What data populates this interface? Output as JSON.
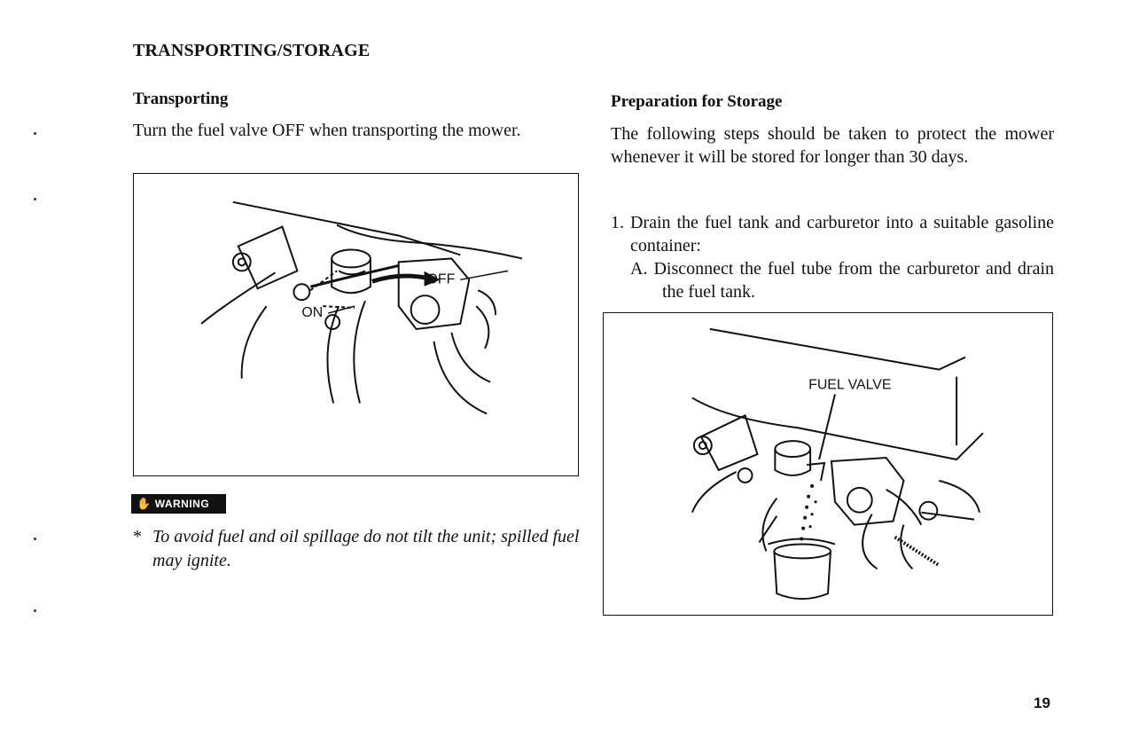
{
  "header": {
    "section_title": "TRANSPORTING/STORAGE"
  },
  "left_column": {
    "heading": "Transporting",
    "paragraph": "Turn the fuel valve OFF when transporting the mower.",
    "figure": {
      "label_off": "OFF",
      "label_on": "ON"
    },
    "warning": {
      "badge_label": "WARNING",
      "bullet": "*",
      "text": "To avoid fuel and oil spillage do not tilt the unit; spilled fuel may ignite."
    }
  },
  "right_column": {
    "heading": "Preparation for Storage",
    "paragraph": "The following steps should be taken to protect the mower whenever it will be stored for longer than 30 days.",
    "step_1": "1. Drain the fuel tank and carburetor into a suitable gasoline container:",
    "step_1a": "A. Disconnect the fuel tube from the carburetor and drain the fuel tank.",
    "figure": {
      "label_fuel_valve": "FUEL VALVE"
    }
  },
  "footer": {
    "page_number": "19"
  }
}
